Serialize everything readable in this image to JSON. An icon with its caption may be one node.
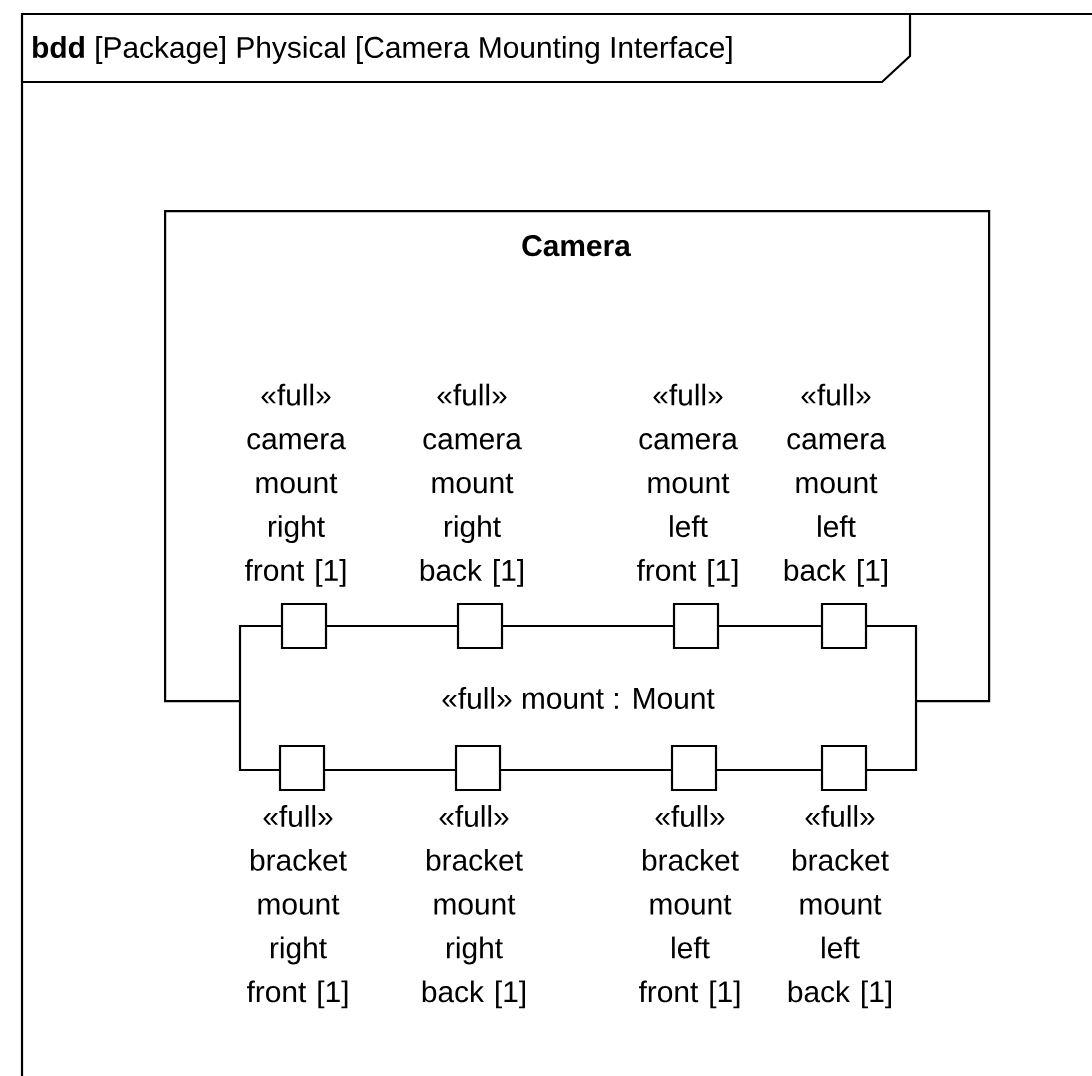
{
  "diagram": {
    "title": "**bdd** [Package] Physical [Camera Mounting Interface]",
    "nodes": [
      {
        "text": [
          "Camera"
        ]
      },
      {
        "text": [
          "«full» mount : Mount"
        ]
      },
      {
        "text": [],
        "shape": "box",
        "in": 0,
        "beside": [
          "«full» camera mount right front [1]"
        ]
      },
      {
        "text": [],
        "shape": "box",
        "in": 0,
        "beside": [
          "«full» camera mount right back [1]"
        ]
      },
      {
        "text": [],
        "shape": "box",
        "in": 0,
        "beside": [
          "«full» camera mount left front [1]"
        ]
      },
      {
        "text": [],
        "shape": "box",
        "in": 0,
        "beside": [
          "«full» camera mount left back [1]"
        ]
      },
      {
        "text": [],
        "shape": "box",
        "beside": [
          "«full» bracket mount right front [1]"
        ]
      },
      {
        "text": [],
        "shape": "box",
        "beside": [
          "«full» bracket mount right back [1]"
        ]
      },
      {
        "text": [],
        "shape": "box",
        "beside": [
          "«full» bracket mount left front [1]"
        ]
      },
      {
        "text": [],
        "shape": "box",
        "beside": [
          "«full» bracket mount left back [1]"
        ]
      }
    ]
  }
}
